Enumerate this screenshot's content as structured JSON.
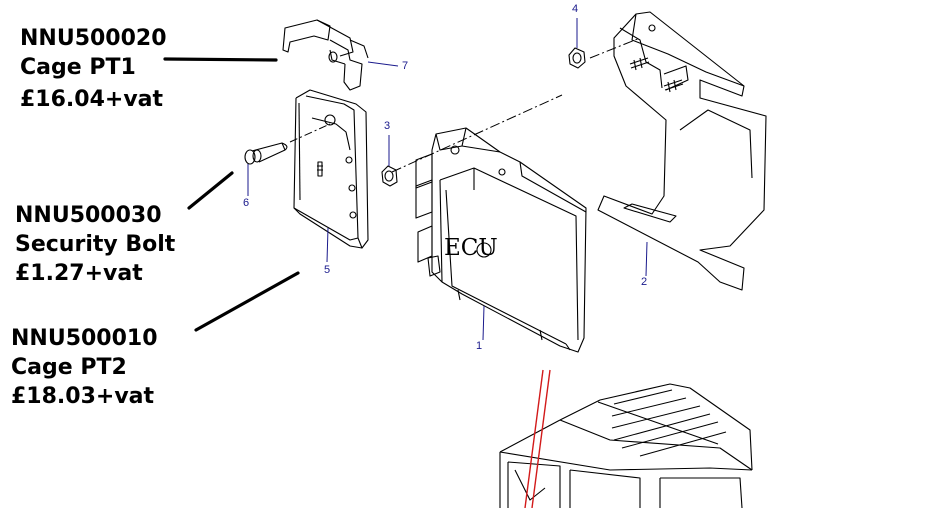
{
  "parts": [
    {
      "part_no": "NNU500020",
      "name": "Cage PT1",
      "price": "£16.04+vat"
    },
    {
      "part_no": "NNU500030",
      "name": "Security Bolt",
      "price": "£1.27+vat"
    },
    {
      "part_no": "NNU500010",
      "name": "Cage PT2",
      "price": "£18.03+vat"
    }
  ],
  "callouts": [
    "1",
    "2",
    "3",
    "4",
    "5",
    "6",
    "7"
  ],
  "ecu_label": "ECU",
  "colors": {
    "callout": "#1a1a8c",
    "guide_lines": "#d21a1a",
    "drawing": "#000000"
  }
}
